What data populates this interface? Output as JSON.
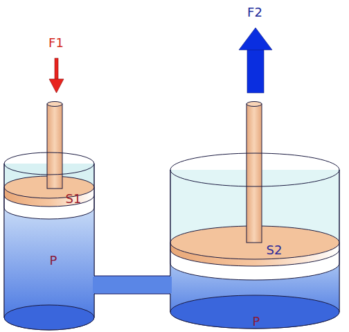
{
  "diagram": {
    "labels": [
      "F1",
      "F2",
      "S1",
      "S2",
      "P",
      "P"
    ]
  }
}
